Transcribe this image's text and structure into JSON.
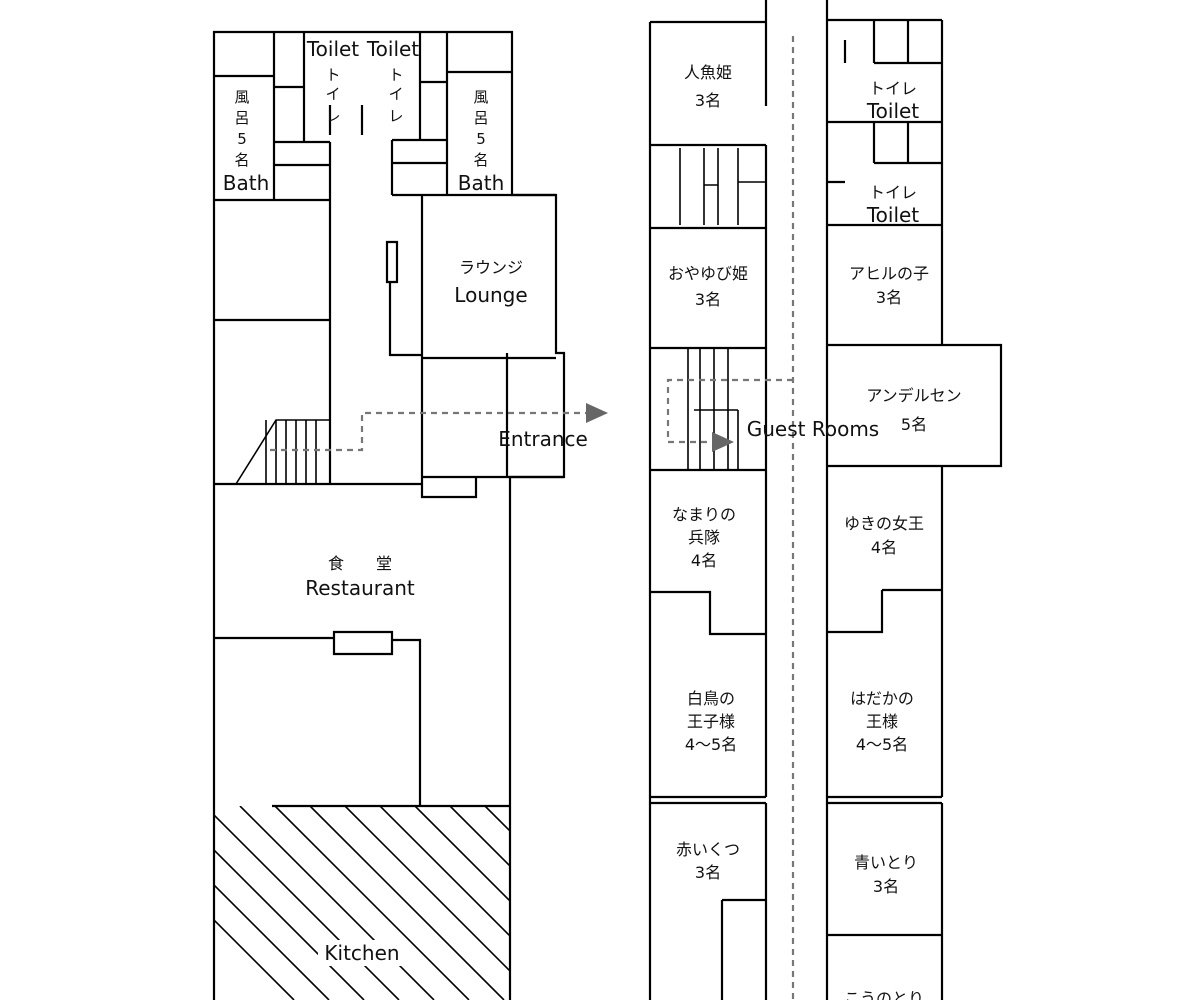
{
  "left_building": {
    "toilet_1": {
      "en": "Toilet",
      "jp": [
        "ト",
        "イ",
        "レ"
      ]
    },
    "toilet_2": {
      "en": "Toilet",
      "jp": [
        "ト",
        "イ",
        "レ"
      ]
    },
    "bath_left": {
      "jp": [
        "風",
        "呂",
        "5",
        "名"
      ],
      "en": "Bath"
    },
    "bath_right": {
      "jp": [
        "風",
        "呂",
        "5",
        "名"
      ],
      "en": "Bath"
    },
    "lounge": {
      "jp": "ラウンジ",
      "en": "Lounge"
    },
    "entrance": {
      "en": "Entrance"
    },
    "restaurant": {
      "jp": "食　　堂",
      "en": "Restaurant"
    },
    "kitchen": {
      "en": "Kitchen"
    }
  },
  "right_building": {
    "guest_rooms_label": "Guest Rooms",
    "rooms": [
      {
        "id": "ningyohime",
        "lines": [
          "人魚姫",
          "3名"
        ]
      },
      {
        "id": "toilet-a",
        "lines": [
          "トイレ",
          "Toilet"
        ]
      },
      {
        "id": "toilet-b",
        "lines": [
          "トイレ",
          "Toilet"
        ]
      },
      {
        "id": "oyayubihime",
        "lines": [
          "おやゆび姫",
          "3名"
        ]
      },
      {
        "id": "ahiru",
        "lines": [
          "アヒルの子",
          "3名"
        ]
      },
      {
        "id": "andersen",
        "lines": [
          "アンデルセン",
          "5名"
        ]
      },
      {
        "id": "namari",
        "lines": [
          "なまりの",
          "兵隊",
          "4名"
        ]
      },
      {
        "id": "yuki",
        "lines": [
          "ゆきの女王",
          "4名"
        ]
      },
      {
        "id": "hakucho",
        "lines": [
          "白鳥の",
          "王子様",
          "4～5名"
        ]
      },
      {
        "id": "hadaka",
        "lines": [
          "はだかの",
          "王様",
          "4～5名"
        ]
      },
      {
        "id": "akaikutsu",
        "lines": [
          "赤いくつ",
          "3名"
        ]
      },
      {
        "id": "aoitori",
        "lines": [
          "青いとり",
          "3名"
        ]
      },
      {
        "id": "kounotori",
        "lines": [
          "こうのとり"
        ]
      }
    ]
  },
  "colors": {
    "wall": "#000000",
    "route": "#777777",
    "arrow": "#666666"
  }
}
